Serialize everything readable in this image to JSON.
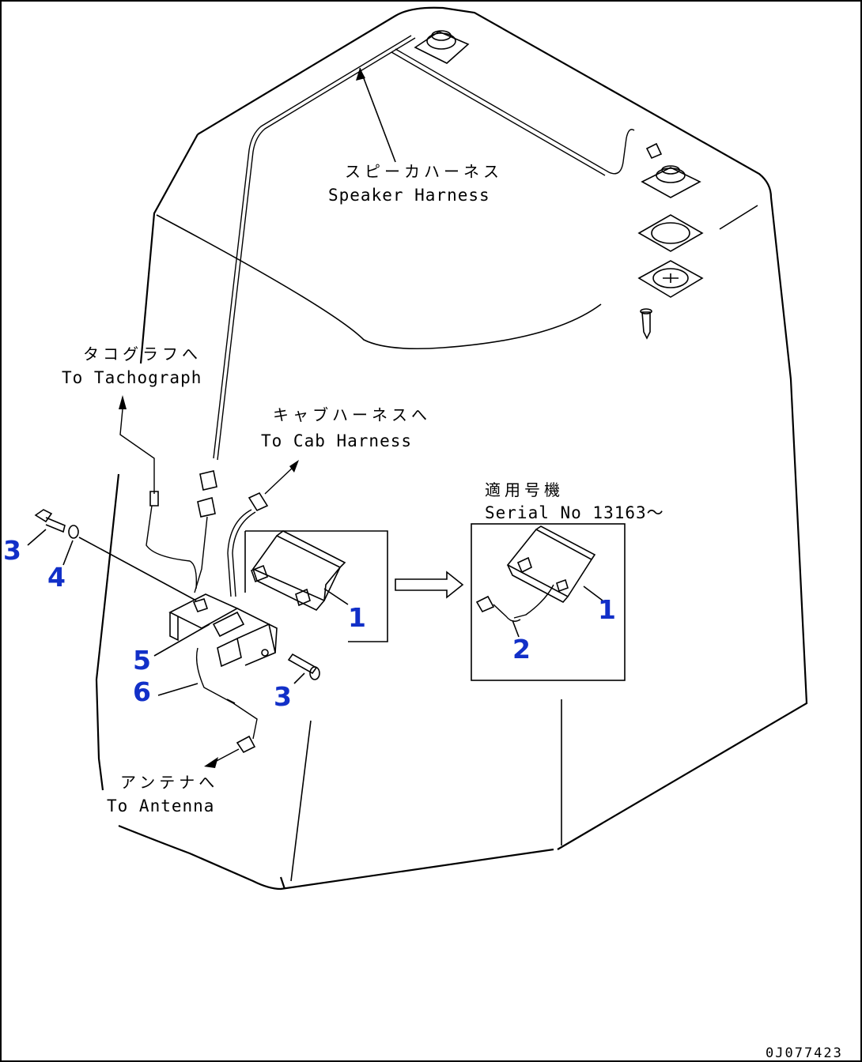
{
  "labels": {
    "speaker_jp": "スピーカハーネス",
    "speaker_en": "Speaker Harness",
    "tacho_jp": "タコグラフへ",
    "tacho_en": "To Tachograph",
    "cab_jp": "キャブハーネスへ",
    "cab_en": "To Cab Harness",
    "serial_jp": "適用号機",
    "serial_en": "Serial No 13163～",
    "antenna_jp": "アンテナへ",
    "antenna_en": "To Antenna"
  },
  "callouts": {
    "main_1": "1",
    "main_3_left": "3",
    "main_4": "4",
    "main_5": "5",
    "main_6": "6",
    "main_3_right": "3",
    "detail_1": "1",
    "detail_2": "2"
  },
  "drawing_code": "0J077423",
  "colors": {
    "callout": "#1230c8",
    "line": "#000000"
  }
}
